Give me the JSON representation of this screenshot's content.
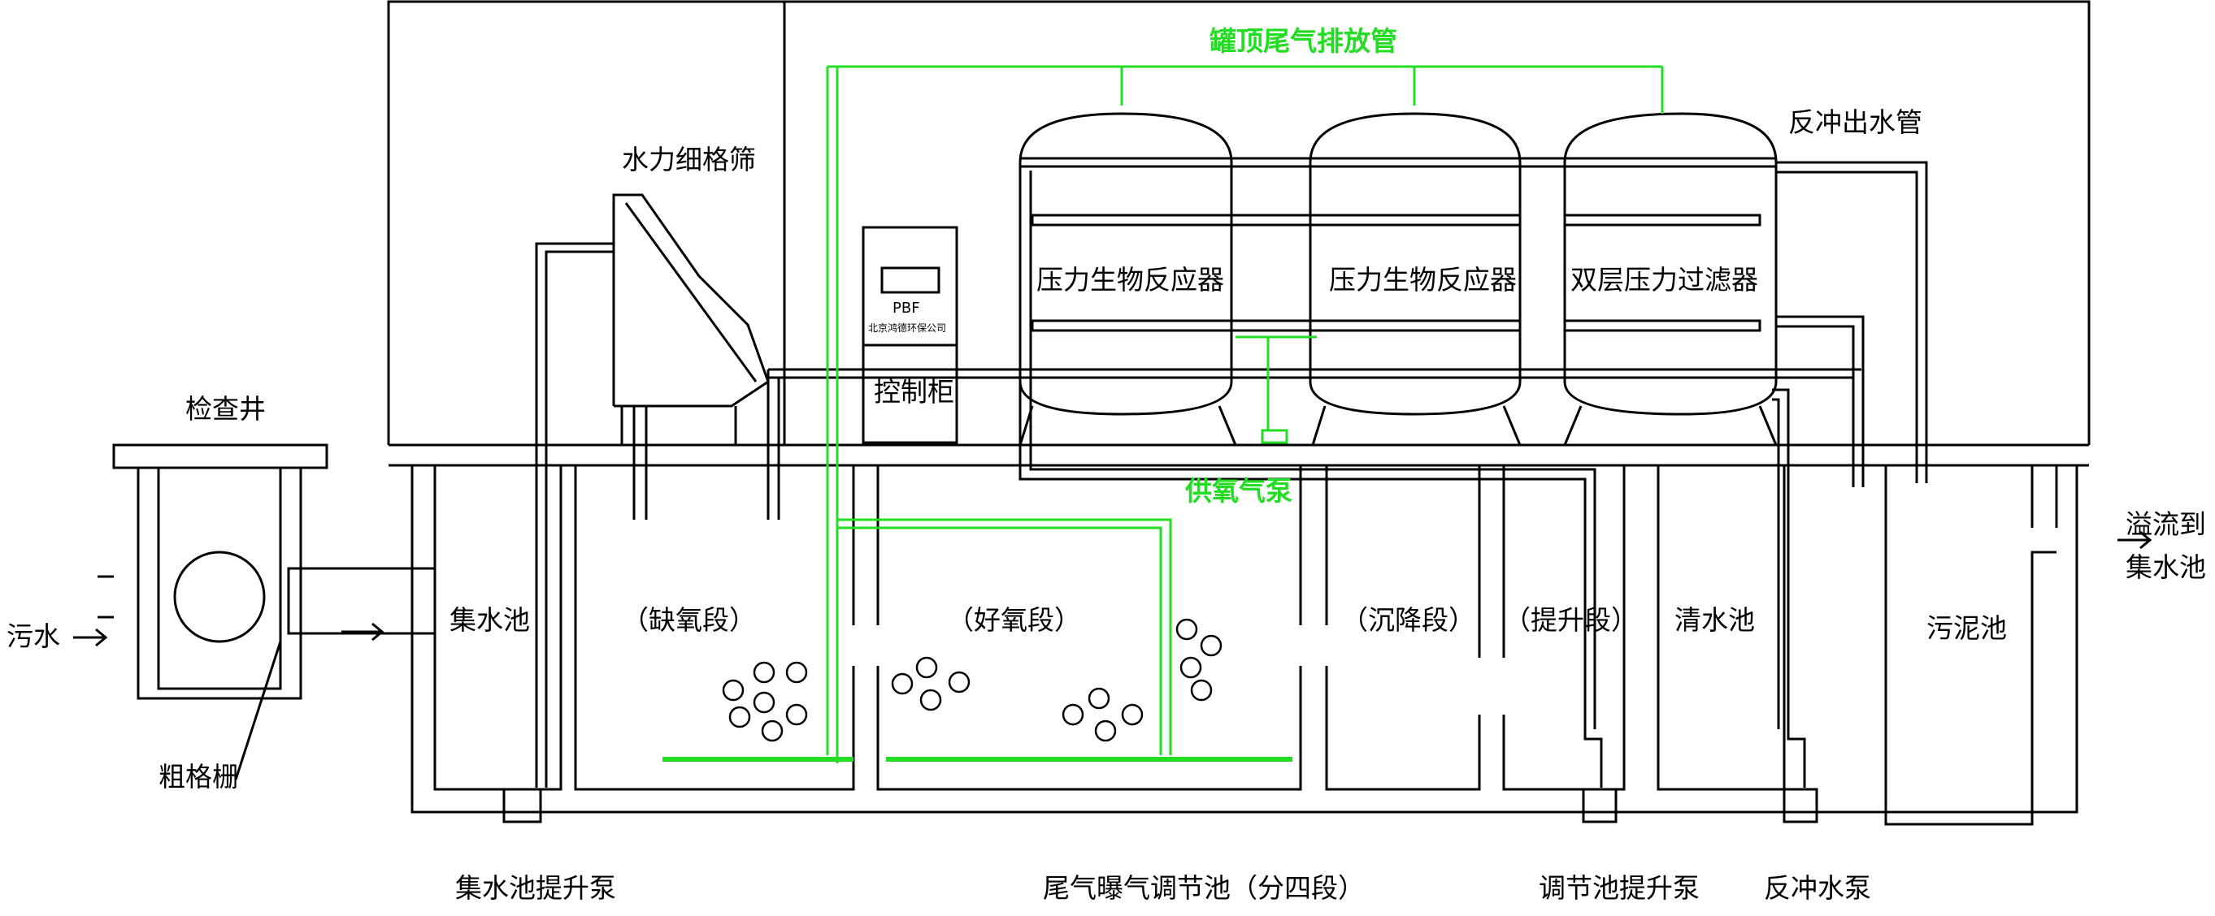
{
  "labels": {
    "tank_top_exhaust": "罐顶尾气排放管",
    "backwash_outlet": "反冲出水管",
    "hydraulic_screen": "水力细格筛",
    "inspection_well": "检查井",
    "reactor_1": "压力生物反应器",
    "reactor_2": "压力生物反应器",
    "double_filter": "双层压力过滤器",
    "control_cabinet": "控制柜",
    "cabinet_brand": "PBF",
    "cabinet_maker": "北京鸿德环保公司",
    "air_pump": "供氧气泵",
    "sewage_in": "污水",
    "coarse_grid": "粗格栅",
    "collection_pool": "集水池",
    "anoxic": "（缺氧段）",
    "aerobic": "（好氧段）",
    "settling": "（沉降段）",
    "lifting": "（提升段）",
    "clear_pool": "清水池",
    "sludge_pool": "污泥池",
    "overflow_1": "溢流到",
    "overflow_2": "集水池",
    "collection_pump": "集水池提升泵",
    "regulating_pool": "尾气曝气调节池（分四段）",
    "regulating_pump": "调节池提升泵",
    "backwash_pump": "反冲水泵"
  },
  "colors": {
    "line": "#000000",
    "gas": "#22dd22"
  }
}
